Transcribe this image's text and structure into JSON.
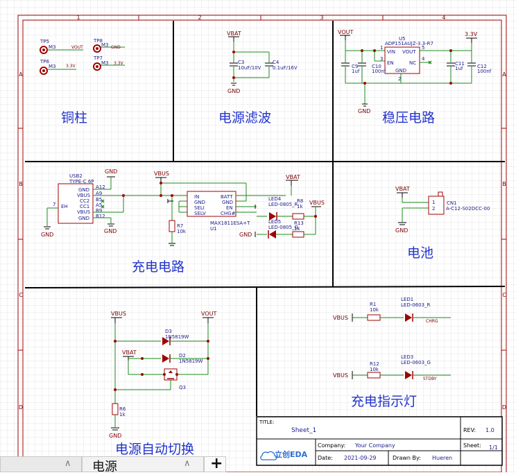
{
  "sheet": {
    "grid_cols": [
      "1",
      "2",
      "3",
      "4"
    ],
    "grid_rows": [
      "A",
      "B",
      "C",
      "D"
    ],
    "sections": {
      "copper": "铜柱",
      "filter": "电源滤波",
      "regulator": "稳压电路",
      "charge": "充电电路",
      "battery": "电池",
      "switch": "电源自动切换",
      "indicator": "充电指示灯"
    }
  },
  "copper": {
    "tp5": "TP5",
    "tp6": "TP6",
    "tp8": "TP8",
    "tp7": "TP7",
    "m3": "M3",
    "vout": "VOUT",
    "gnd": "GND",
    "v33": "3.3V"
  },
  "filter": {
    "vbat": "VBAT",
    "gnd": "GND",
    "c3": "C3",
    "c3v": "10uF/10V",
    "c4": "C4",
    "c4v": "0.1uF/16V"
  },
  "regulator": {
    "vout": "VOUT",
    "v33": "3.3V",
    "gnd": "GND",
    "u5": "U5",
    "u5part": "ADP151AUJZ-3.3-R7",
    "vin": "VIN",
    "voutpin": "VOUT",
    "en": "EN",
    "nc": "NC",
    "gndpin": "GND",
    "p1": "1",
    "p5": "5",
    "p3": "3",
    "p4": "4",
    "p2": "2",
    "c9": "C9",
    "c9v": "1uf",
    "c10": "C10",
    "c10v": "100nf",
    "c11": "C11",
    "c11v": "1uf",
    "c12": "C12",
    "c12v": "100nf"
  },
  "charge": {
    "usb": "USB2",
    "usbtype": "TYPE-C 6P",
    "pins": [
      "GND",
      "VBUS",
      "CC2",
      "CC1",
      "VBUS",
      "GND"
    ],
    "pinnums": [
      "A12",
      "A9",
      "B5",
      "A5",
      "B9",
      "B12"
    ],
    "eh": "EH",
    "seven": "7",
    "gnd": "GND",
    "vbus": "VBUS",
    "vbat": "VBAT",
    "u1": "U1",
    "u1part": "MAX1811ESA+T",
    "in": "IN",
    "gndp": "GND",
    "sel1": "SELI",
    "selv": "SELV",
    "batt": "BATT",
    "gndp2": "GND",
    "en": "EN",
    "chg": "CHG#",
    "r7": "R7",
    "r7v": "10k",
    "led4": "LED4",
    "led4p": "LED-0805_R",
    "r8": "R8",
    "r8v": "1k",
    "led5": "LED5",
    "led5p": "LED-0805_G",
    "r13": "R13",
    "r13v": "1k",
    "vbus2": "VBUS"
  },
  "battery": {
    "vbat": "VBAT",
    "gnd": "GND",
    "cn1": "CN1",
    "cn1part": "A-C12-S02DCC-00",
    "p1": "1",
    "p2": "2"
  },
  "switch": {
    "vbus": "VBUS",
    "vout": "VOUT",
    "vbat": "VBAT",
    "gnd": "GND",
    "d3": "D3",
    "d3p": "1N5819W",
    "d2": "D2",
    "d2p": "1N5819W",
    "q3": "Q3",
    "r6": "R6",
    "r6v": "1k"
  },
  "indicator": {
    "vbus1": "VBUS",
    "r1": "R1",
    "r1v": "10k",
    "led1": "LED1",
    "led1p": "LED-0603_R",
    "chrg": "CHRG",
    "vbus2": "VBUS",
    "r12": "R12",
    "r12v": "10k",
    "led3": "LED3",
    "led3p": "LED-0603_G",
    "stdby": "STDBY"
  },
  "titleblock": {
    "title_label": "TITLE:",
    "title": "Sheet_1",
    "rev_label": "REV:",
    "rev": "1.0",
    "company_label": "Company:",
    "company": "Your Company",
    "sheet_label": "Sheet:",
    "sheet": "1/1",
    "date_label": "Date:",
    "date": "2021-09-29",
    "drawn_label": "Drawn By:",
    "drawn": "Hueren",
    "logo": "立创EDA"
  },
  "tabs": {
    "active": "电源",
    "add": "+"
  }
}
